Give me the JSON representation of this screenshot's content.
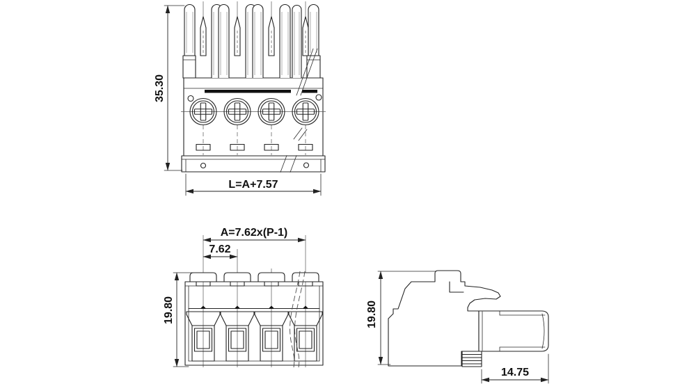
{
  "page": {
    "background": "#ffffff",
    "line_color": "#222222",
    "text_color": "#111111"
  },
  "views": {
    "front": {
      "height_dim": "35.30",
      "length_dim": "L=A+7.57"
    },
    "plug_face": {
      "pitch_overall_dim": "A=7.62x(P-1)",
      "pitch_dim": "7.62",
      "height_dim": "19.80"
    },
    "side": {
      "height_dim": "19.80",
      "depth_dim": "14.75"
    }
  }
}
